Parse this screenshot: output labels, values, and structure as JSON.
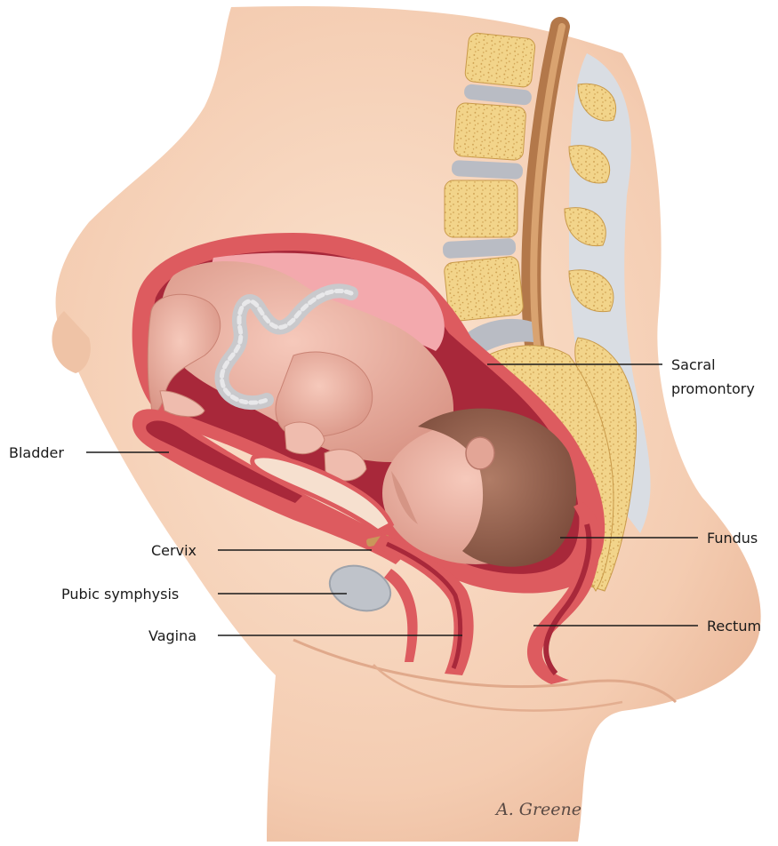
{
  "labels": {
    "sacral_line1": "Sacral",
    "sacral_line2": "promontory",
    "bladder": "Bladder",
    "cervix": "Cervix",
    "pubic_symphysis": "Pubic symphysis",
    "vagina": "Vagina",
    "fundus": "Fundus",
    "rectum": "Rectum"
  },
  "signature": "A. Greene",
  "colors": {
    "skin": "#f6d2b8",
    "skin_shadow": "#e8b89b",
    "uterus_wall": "#d9575b",
    "uterus_dark": "#a8283a",
    "amniotic_pink": "#f3a9ad",
    "fetus_skin": "#e9b1a2",
    "fetus_shadow": "#d08b7c",
    "hair": "#8a5a48",
    "cord": "#c9c9cc",
    "bone": "#f2d48a",
    "disc": "#b9bcc4",
    "spinal_canal": "#c28a55",
    "pubic_bone": "#bfc3ca"
  }
}
